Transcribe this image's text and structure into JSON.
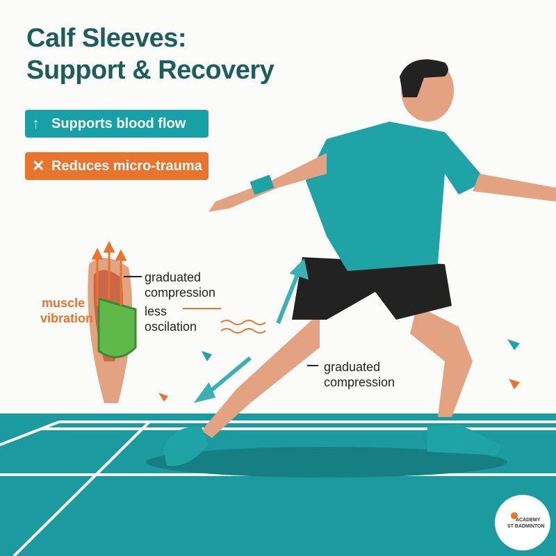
{
  "title": {
    "line1": "Calf Sleeves:",
    "line2": "Support & Recovery"
  },
  "badges": [
    {
      "icon": "arrow-up-icon",
      "glyph": "↑",
      "label": "Supports blood flow",
      "color": "#17a0a6"
    },
    {
      "icon": "cross-arrows-icon",
      "glyph": "✕",
      "label": "Reduces micro-trauma",
      "color": "#e8742e"
    }
  ],
  "inset": {
    "muscle_label": {
      "line1": "muscle",
      "line2": "vibration"
    },
    "compression_label": {
      "line1": "graduated",
      "line2": "compression"
    },
    "oscillation_label": {
      "line1": "less",
      "line2": "oscilation"
    }
  },
  "leg_label": {
    "line1": "graduated",
    "line2": "compression"
  },
  "logo": {
    "line1": "ACADEMY",
    "line2": "ST BADMINTON"
  },
  "colors": {
    "court": "#1b9a9f",
    "title": "#1b5e5c",
    "accent_orange": "#e8742e",
    "shirt": "#1fa3a6",
    "shield": "#5fb84a"
  }
}
